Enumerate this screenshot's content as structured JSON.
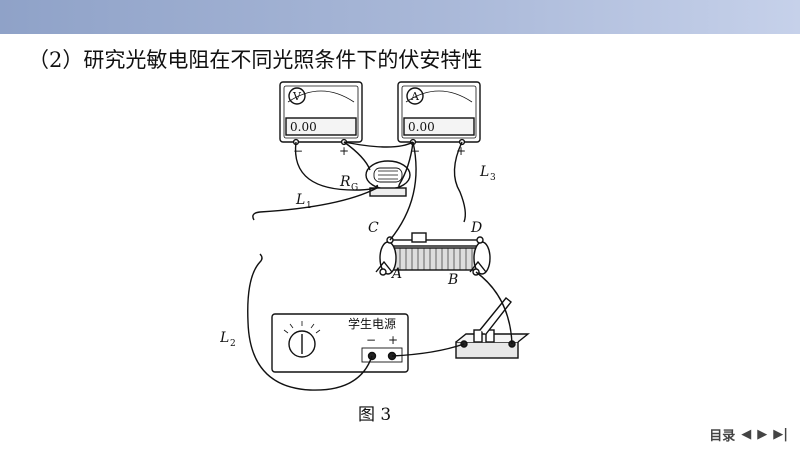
{
  "slide": {
    "heading": "（2）研究光敏电阻在不同光照条件下的伏安特性",
    "caption": "图 3"
  },
  "voltmeter": {
    "symbol": "V",
    "reading": "0.00",
    "minus": "−",
    "plus": "+"
  },
  "ammeter": {
    "symbol": "A",
    "reading": "0.00",
    "minus": "−",
    "plus": "+"
  },
  "photoresistor": {
    "label": "R",
    "subscript": "G"
  },
  "rheostat": {
    "c": "C",
    "d": "D",
    "a": "A",
    "b": "B"
  },
  "wires": {
    "l1": "L",
    "l1_sub": "1",
    "l2": "L",
    "l2_sub": "2",
    "l3": "L",
    "l3_sub": "3"
  },
  "power_supply": {
    "title": "学生电源",
    "minus": "−",
    "plus": "+"
  },
  "nav": {
    "menu": "目录",
    "prev": "◀",
    "next": "▶",
    "end": "▶|"
  },
  "colors": {
    "topbar": "#8fa2c8",
    "line": "#111111"
  }
}
